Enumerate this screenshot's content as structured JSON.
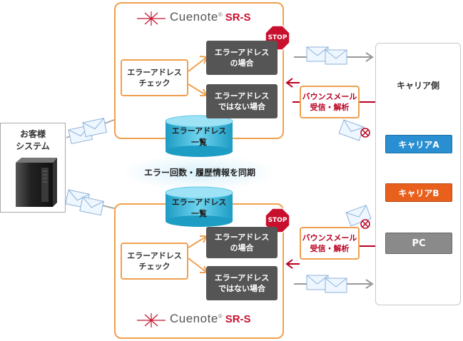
{
  "customer": {
    "label": "お客様\nシステム"
  },
  "top_panel": {
    "logo_name": "Cuenote",
    "logo_registered": "®",
    "logo_product": "SR-S",
    "check_label": "エラーアドレス\nチェック",
    "error_case": "エラーアドレス\nの場合",
    "non_error_case": "エラーアドレス\nではない場合",
    "stop_label": "STOP",
    "bounce_label": "バウンスメール\n受信・解析"
  },
  "bottom_panel": {
    "logo_name": "Cuenote",
    "logo_registered": "®",
    "logo_product": "SR-S",
    "check_label": "エラーアドレス\nチェック",
    "error_case": "エラーアドレス\nの場合",
    "non_error_case": "エラーアドレス\nではない場合",
    "stop_label": "STOP",
    "bounce_label": "バウンスメール\n受信・解析"
  },
  "db_top": {
    "label": "エラーアドレス\n一覧"
  },
  "db_bottom": {
    "label": "エラーアドレス\n一覧"
  },
  "sync": {
    "label": "エラー回数・履歴情報を同期"
  },
  "carrier_panel": {
    "title": "キャリア側",
    "carriers": [
      {
        "label": "キャリアA",
        "color": "#2a8fd0"
      },
      {
        "label": "キャリアB",
        "color": "#e8601c"
      },
      {
        "label": "PC",
        "color": "#8a8a8a"
      }
    ]
  },
  "colors": {
    "orange": "#f0a050",
    "dark": "#555555",
    "red": "#c8102e",
    "cyan": "#3fb8d8"
  }
}
